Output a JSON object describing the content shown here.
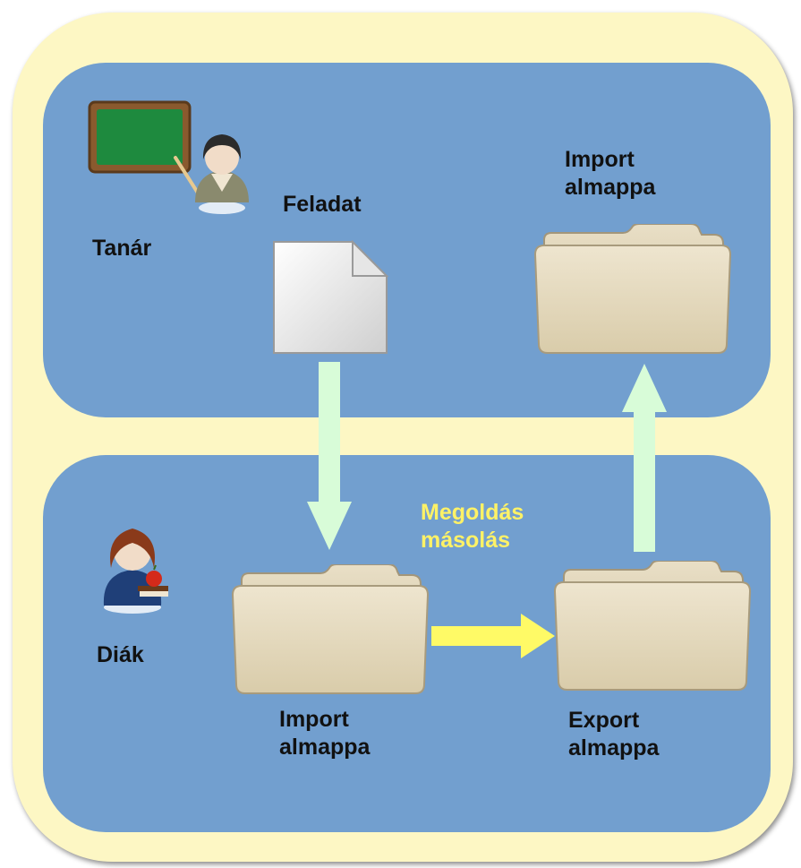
{
  "labels": {
    "teacher": "Tanár",
    "task": "Feladat",
    "teacher_import_line1": "Import",
    "teacher_import_line2": "almappa",
    "student": "Diák",
    "copy_line1": "Megoldás",
    "copy_line2": "másolás",
    "student_import_line1": "Import",
    "student_import_line2": "almappa",
    "student_export_line1": "Export",
    "student_export_line2": "almappa"
  },
  "colors": {
    "background": "#fdf7c4",
    "panel": "#729fcf",
    "arrow_vertical": "#d8fcd8",
    "arrow_horizontal": "#fffa66",
    "copy_label": "#fff266"
  },
  "icons": {
    "teacher": "teacher-at-chalkboard-icon",
    "student": "student-with-apple-icon",
    "document": "document-icon",
    "folder": "folder-icon"
  }
}
